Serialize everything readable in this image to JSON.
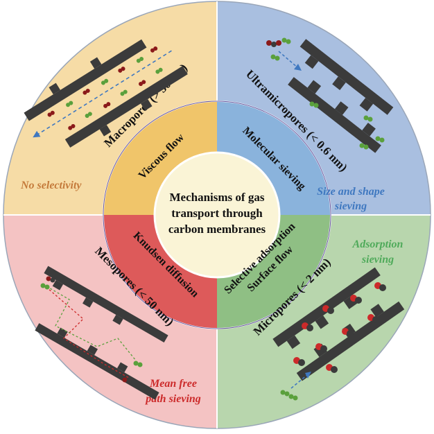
{
  "center": {
    "line1": "Mechanisms of gas",
    "line2": "transport through",
    "line3": "carbon membranes"
  },
  "mechanisms": {
    "viscous": "Viscous flow",
    "molecular": "Molecular sieving",
    "knudsen": "Knudsen diffusion",
    "selective_line1": "Selective adsorption",
    "selective_line2": "Surface flow"
  },
  "pores": {
    "macro": "Macropores (> 50 nm)",
    "ultramicro": "Ultramicropores (< 0.6 nm)",
    "meso": "Mesopores (< 50 nm)",
    "micro": "Micropores (< 2 nm)"
  },
  "selectivity": {
    "none": "No selectivity",
    "size_line1": "Size and shape",
    "size_line2": "sieving",
    "adsorption_line1": "Adsorption",
    "adsorption_line2": "sieving",
    "mfp_line1": "Mean free",
    "mfp_line2": "path sieving"
  },
  "colors": {
    "macro_bg": "#f6dca6",
    "ultra_bg": "#a9bfe0",
    "meso_bg": "#f4c3c3",
    "micro_bg": "#b8d6ad",
    "ring_viscous": "#f0c56a",
    "ring_molecular": "#8ab3dc",
    "ring_knudsen": "#dd5a5a",
    "ring_selective": "#8fbf84",
    "center_fill": "#faf4d6",
    "pore_wall": "#3b3b3b",
    "no_selectivity": "#c47a3a",
    "size_shape": "#3f78c0",
    "adsorption": "#4faa5a",
    "mean_free_path": "#cc2a2a"
  }
}
